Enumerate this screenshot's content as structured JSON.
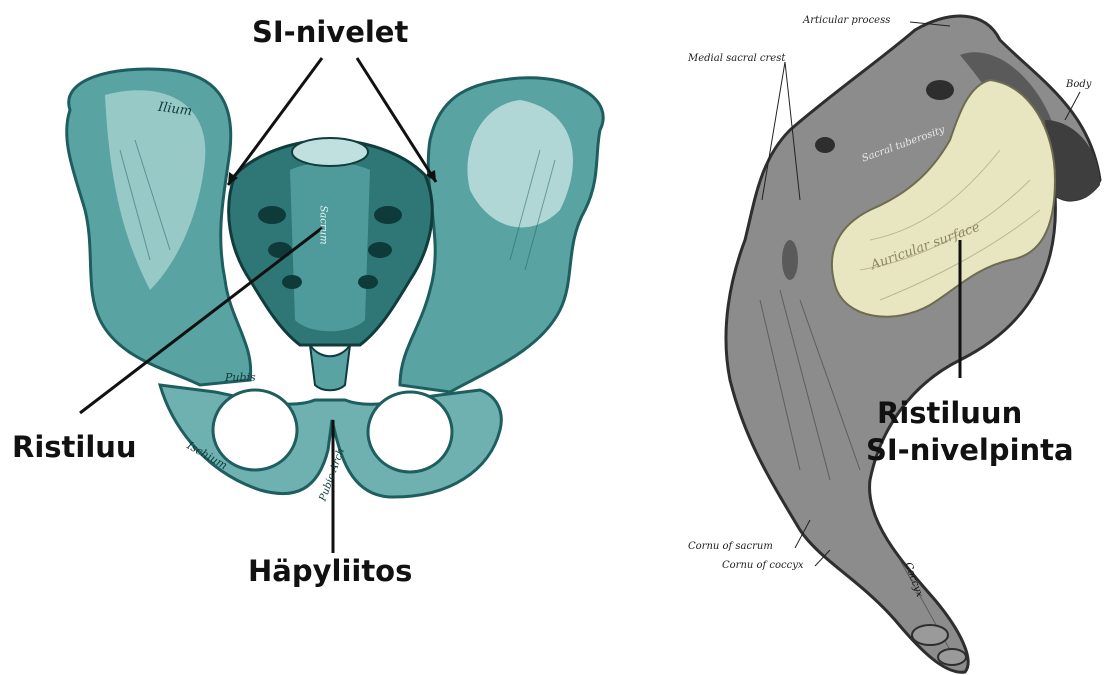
{
  "left_figure": {
    "labels": {
      "si_joints": "SI-nivelet",
      "sacrum": "Ristiluu",
      "pubic_symphysis": "Häpyliitos"
    },
    "bone_names": {
      "ilium": "Ilium",
      "sacrum": "Sacrum",
      "pubis": "Pubis",
      "ischium": "Ischium",
      "pubic_arch": "Pubic Arch"
    },
    "colors": {
      "bone": "#3d8f8f",
      "bone_dark": "#1f5e5e",
      "bone_light": "#bfe0de"
    }
  },
  "right_figure": {
    "label_line1": "Ristiluun",
    "label_line2": "SI-nivelpinta",
    "annotations": {
      "articular_process": "Articular process",
      "medial_sacral_crest": "Medial sacral crest",
      "body": "Body",
      "cornu_of_sacrum": "Cornu of sacrum",
      "cornu_of_coccyx": "Cornu of coccyx",
      "coccyx": "Coccyx",
      "sacral_tuberosity": "Sacral tuberosity",
      "auricular_surface": "Auricular surface"
    },
    "colors": {
      "bone": "#8c8c8c",
      "bone_dark": "#4a4a4a",
      "auricular": "#e8e6c0"
    }
  }
}
